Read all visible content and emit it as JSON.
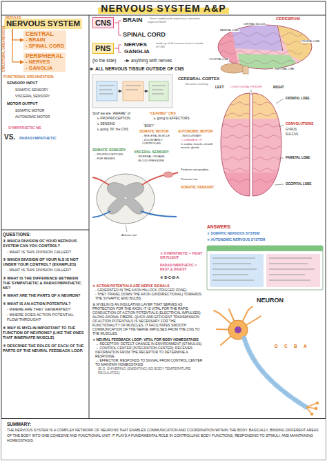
{
  "diagram": {
    "title": "NERVOUS SYSTEM A&P",
    "nodes": [
      {
        "text": [
          "NERVOUS SYSTEM"
        ]
      },
      {
        "text": [
          "CENTRAL",
          "- BRAIN",
          "- SPINAL CORD"
        ]
      },
      {
        "text": [
          "PERIPHERAL",
          "- NERVES",
          "- GANGLIA"
        ]
      },
      {
        "text": [
          "CNS"
        ]
      },
      {
        "text": [
          "PNS"
        ]
      },
      {
        "text": [
          "SUMMARY:",
          "THE NERVOUS SYSTEM IS A COMPLEX NETWORK OF NEURONS THAT ENABLES COMMUNICATION AND COORDINATION WITHIN THE BODY. BASICALLY, BINDING DIFFERENT AREAS OF THE BODY INTO ONE COHESIVE AND FUNCTIONAL UNIT. IT PLAYS A FUNDAMENTAL ROLE IN CONTROLLING BODY FUNCTIONS, RESPONDING TO STIMULI, AND MAINTAINING HOMEOSTASIS."
        ]
      }
    ],
    "edges": [
      {
        "from": 0,
        "to": 1,
        "arrow": "to"
      },
      {
        "from": 0,
        "to": 2,
        "arrow": "to"
      }
    ],
    "labels": [
      "MODULES",
      "STRUCTURAL ORGANIZATION",
      "FUNCTIONAL ORGANIZATION:",
      "SENSORY INPUT",
      "SOMATIC SENSORY",
      "VISCERAL SENSORY",
      "MOTOR OUTPUT",
      "SOMATIC MOTOR",
      "AUTONOMIC MOTOR",
      "SYMPATHETIC NS",
      "VS.",
      "PARASYMPATHETIC",
      "QUESTIONS:",
      "① WHICH DIVISION OF YOUR NERVOUS SYSTEM CAN YOU CONTROL?",
      "- WHAT IS THIS DIVISION CALLED?",
      "② WHICH DIVISION OF YOUR N.S IS NOT UNDER YOUR CONTROL? (EXAMPLES)",
      "- WHAT IS THIS DIVISION CALLED?",
      "③ WHAT IS THE DIFFERENCE BETWEEN THE SYMPATHETIC & PARASYMPATHETIC NS?",
      "④ WHAT ARE THE PARTS OF A NEURON?",
      "⑤ WHAT IS AN ACTION POTENTIAL?",
      "- WHERE ARE THEY GENERATED?",
      "- WHERE DOES ACTION POTENTIAL FLOW THROUGH?",
      "⑥ WHY IS MYELIN IMPORTANT TO THE FUNCTION OF NEURONS? (LIKE THE ONES THAT INNERVATE MUSCLE)",
      "⑦ DESCRIBE THE ROLES OF EACH OF THE PARTS OF THE NEURAL FEEDBACK LOOP.",
      "BRAIN",
      "- “most complicated, mysterious, awesome organ on Earth”",
      "SPINAL CORD",
      "NERVES",
      "GANGLIA",
      "made up of all nervous tissue's outside of CNS",
      "(to the side)",
      "anything with nerves",
      "ALL NERVOUS TISSUE OUTSIDE OF CNS",
      "Stuff we are “AWARE” of",
      "↳ PROPRIOCEPTION",
      "↳ SENSING",
      "↳ going “IN” the CNS",
      "“LEAVING” CNS",
      "↳ going to EFFECTORS",
      "“BODY”",
      "SOMATIC MOTOR",
      "- SKELETAL MUSCLE",
      "- VOLUNTARILY CONTROLLED",
      "AUTONOMIC MOTOR",
      "- INVOLUNTARY",
      "↳ UNAWARE OF",
      "↳ cardiac muscle, smooth muscle, glands",
      "SOMATIC SENSORY",
      "- PROPRIOCEPTORS",
      "- FIVE SENSES",
      "VISCERAL SENSORY",
      "- INTERNAL ORGANS",
      "- BLOOD PRESSURE",
      "Posterior root ganglion",
      "Posterior root",
      "Anterior root",
      "SOMATIC SENSORY",
      "CEREBRUM",
      "CENTRAL SULCUS",
      "FRONTAL LOBE",
      "PARIETAL LOBE",
      "TEMPORAL LOBE",
      "OCCIPITAL LOBE",
      "CEREBRAL CORTEX",
      "- thin outer covering",
      "LEFT",
      "RIGHT",
      "FRONTAL LOBE",
      "CONVOLUTIONS",
      "GYRUS",
      "SULCUS",
      "LONGITUDINAL FISSURE",
      "PARIETAL LOBE",
      "OCCIPITAL LOBE",
      "ANSWERS:",
      "① SOMATIC NERVOUS SYSTEM",
      "② AUTONOMIC NERVOUS SYSTEM",
      "③ SYMPATHETIC = FIGHT OR FLIGHT",
      "PARASYMPATHETIC = REST & DIGEST",
      "④ D-C-B-A",
      "⑤ ACTION POTENTIALS ARE NERVE SIGNALS",
      "- GENERATED IN THE AXON HILLOCK (TRIGGER ZONE)",
      "- THEY TRAVEL DOWN THE AXON (UNIDIRECTIONAL) TOWARDS THE SYNAPTIC END BULBS.",
      "⑥ MYELIN IS AN INSULATING LAYER THAT SERVES AS PROTECTION FOR THE AXON. IT IS VITAL FOR THE RAPID CONDUCTION OF ACTION POTENTIALS (ELECTRICAL IMPULSES) ALONG AXONAL FIBERS. QUICK AND EFFICIENT TRANSMISSION OF ACTION POTENTIALS IS NECESSARY FOR THE FUNCTIONALITY OF MUSCLES. IT FACILITATES SMOOTH COMMUNICATION OF THE NERVE IMPULSES FROM THE CNS TO THE MUSCLES.",
      "⑦ NEURAL FEEDBACK LOOP: VITAL FOR BODY HOMEOSTASIS",
      "→ RECEPTOR: DETECT CHANGE IN ENVIRONMENT (STIMULUS)",
      "→ CONTROL CENTER (INTEGRATION CENTER): RECEIVES INFORMATION FROM THE RECEPTOR TO DETERMINE A RESPONSE",
      "→ EFFECTOR: RESPONDS TO SIGNAL FROM CONTROL CENTER TO MAINTAIN HOMEOSTASIS",
      "(E.G. SHIVERING (SWEATING) SO BODY TEMPERATURE REGULATES)",
      "NEURON",
      "D",
      "C",
      "B",
      "A"
    ]
  }
}
